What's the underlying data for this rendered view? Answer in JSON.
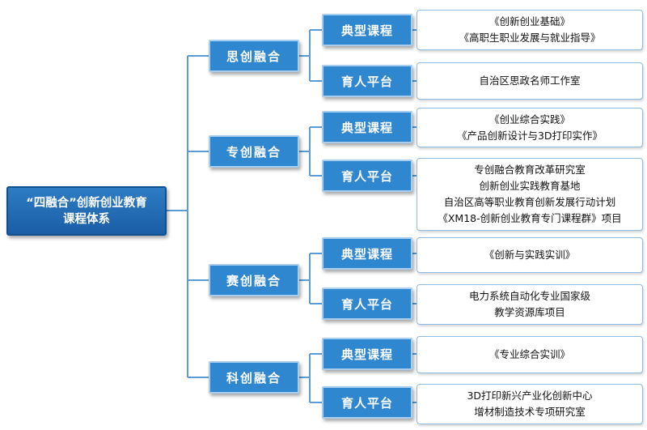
{
  "root": {
    "line1": "“四融合”创新创业教育",
    "line2": "课程体系"
  },
  "branches": [
    {
      "name": "思创融合",
      "course_label": "典型课程",
      "course_items": [
        "《创新创业基础》",
        "《高职生职业发展与就业指导》"
      ],
      "platform_label": "育人平台",
      "platform_items": [
        "自治区思政名师工作室"
      ]
    },
    {
      "name": "专创融合",
      "course_label": "典型课程",
      "course_items": [
        "《创业综合实践》",
        "《产品创新设计与3D打印实作》"
      ],
      "platform_label": "育人平台",
      "platform_items": [
        "专创融合教育改革研究室",
        "创新创业实践教育基地",
        "自治区高等职业教育创新发展行动计划",
        "《XM18-创新创业教育专门课程群》项目"
      ]
    },
    {
      "name": "赛创融合",
      "course_label": "典型课程",
      "course_items": [
        "《创新与实践实训》"
      ],
      "platform_label": "育人平台",
      "platform_items": [
        "电力系统自动化专业国家级",
        "教学资源库项目"
      ]
    },
    {
      "name": "科创融合",
      "course_label": "典型课程",
      "course_items": [
        "《专业综合实训》"
      ],
      "platform_label": "育人平台",
      "platform_items": [
        "3D打印新兴产业化创新中心",
        "增材制造技术专项研究室"
      ]
    }
  ],
  "colors": {
    "box_fill": "#2f87d0",
    "root_fill": "#1a5ea6",
    "connector": "#5b9bd5",
    "content_border": "#8fbde6"
  }
}
